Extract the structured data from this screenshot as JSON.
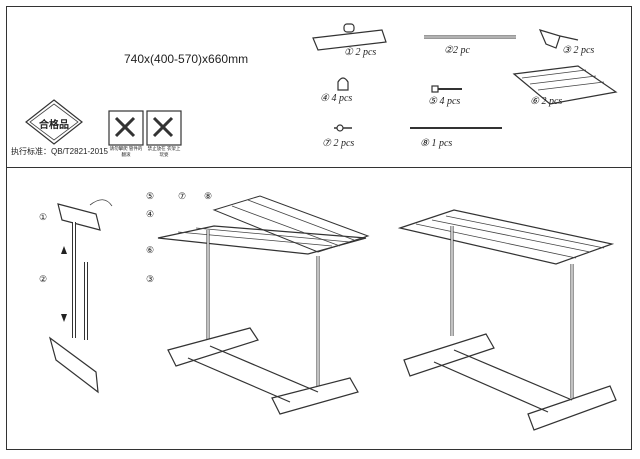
{
  "dimensions": "740x(400-570)x660mm",
  "standard": "执行标准：QB/T2821-2015",
  "certificate_label": "合格品",
  "warnings": [
    "请勿攀爬 管件的翻滚",
    "禁止放在 衣架上玩耍"
  ],
  "parts": [
    {
      "num": "①",
      "qty": "2 pcs"
    },
    {
      "num": "②",
      "qty": "2 pc"
    },
    {
      "num": "③",
      "qty": "2 pcs"
    },
    {
      "num": "④",
      "qty": "4 pcs"
    },
    {
      "num": "⑤",
      "qty": "4 pcs"
    },
    {
      "num": "⑥",
      "qty": "2 pcs"
    },
    {
      "num": "⑦",
      "qty": "2 pcs"
    },
    {
      "num": "⑧",
      "qty": "1 pcs"
    }
  ],
  "callouts": {
    "step1": [
      "①",
      "②"
    ],
    "step2": [
      "⑤",
      "⑦",
      "⑧",
      "④",
      "⑥",
      "③"
    ]
  }
}
